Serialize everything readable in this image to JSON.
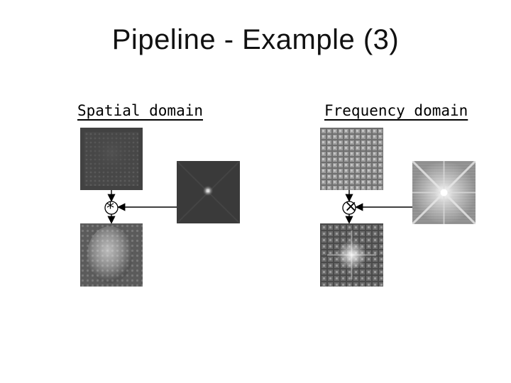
{
  "slide": {
    "title": "Pipeline - Example (3)"
  },
  "panels": {
    "spatial": {
      "label": "Spatial domain",
      "operator": "*",
      "images": [
        "input-image",
        "filter-kernel",
        "output-image"
      ]
    },
    "frequency": {
      "label": "Frequency domain",
      "operator": "×",
      "images": [
        "input-spectrum",
        "filter-spectrum",
        "output-spectrum"
      ]
    }
  }
}
